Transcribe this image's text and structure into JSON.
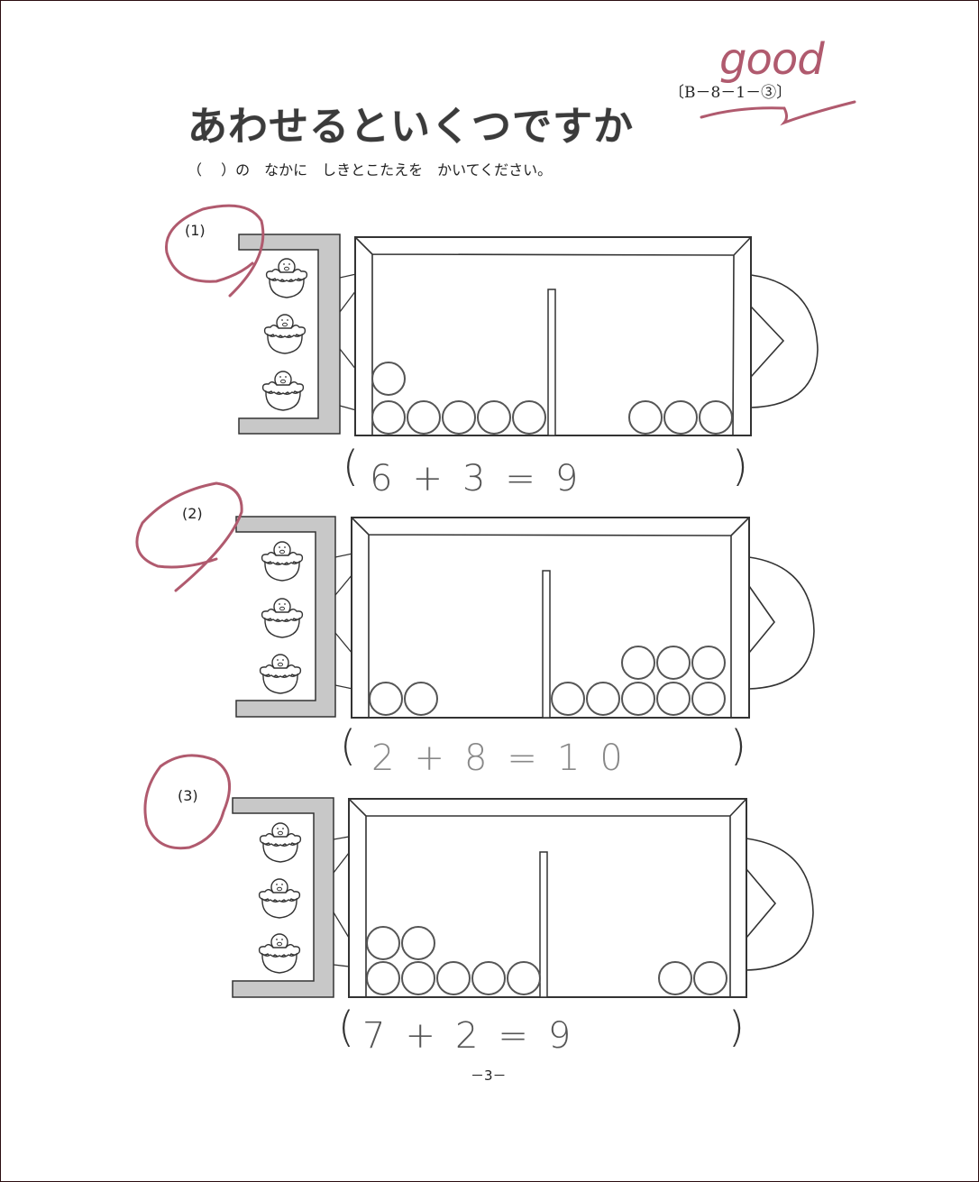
{
  "worksheet": {
    "title": "あわせるといくつですか",
    "code": "〔B－8－1－③〕",
    "instruction": "（　 ）の　なかに　しきとこたえを　かいてください。",
    "page_number": "－3－",
    "teacher_comment": "good",
    "colors": {
      "red_pen": "#b05a6e",
      "bracket_gray": "#c8c8c8",
      "line": "#333333",
      "pencil": "#555555"
    }
  },
  "problems": [
    {
      "label": "(1)",
      "chicks": 3,
      "left_balls": {
        "bottom_row": 5,
        "top_row": 1,
        "total": 6
      },
      "right_balls": {
        "bottom_row": 3,
        "top_row": 0,
        "total": 3
      },
      "answer_open": "(",
      "answer_close": ")",
      "handwritten_answer": "6+3=9",
      "marked_correct": true
    },
    {
      "label": "(2)",
      "chicks": 3,
      "left_balls": {
        "bottom_row": 2,
        "top_row": 0,
        "total": 2
      },
      "right_balls": {
        "bottom_row": 5,
        "top_row": 3,
        "total": 8
      },
      "answer_open": "(",
      "answer_close": ")",
      "handwritten_answer": "2+8=10",
      "marked_correct": true
    },
    {
      "label": "(3)",
      "chicks": 3,
      "left_balls": {
        "bottom_row": 5,
        "top_row": 2,
        "total": 7
      },
      "right_balls": {
        "bottom_row": 2,
        "top_row": 0,
        "total": 2
      },
      "answer_open": "(",
      "answer_close": ")",
      "handwritten_answer": "7+2=9",
      "marked_correct": true
    }
  ]
}
